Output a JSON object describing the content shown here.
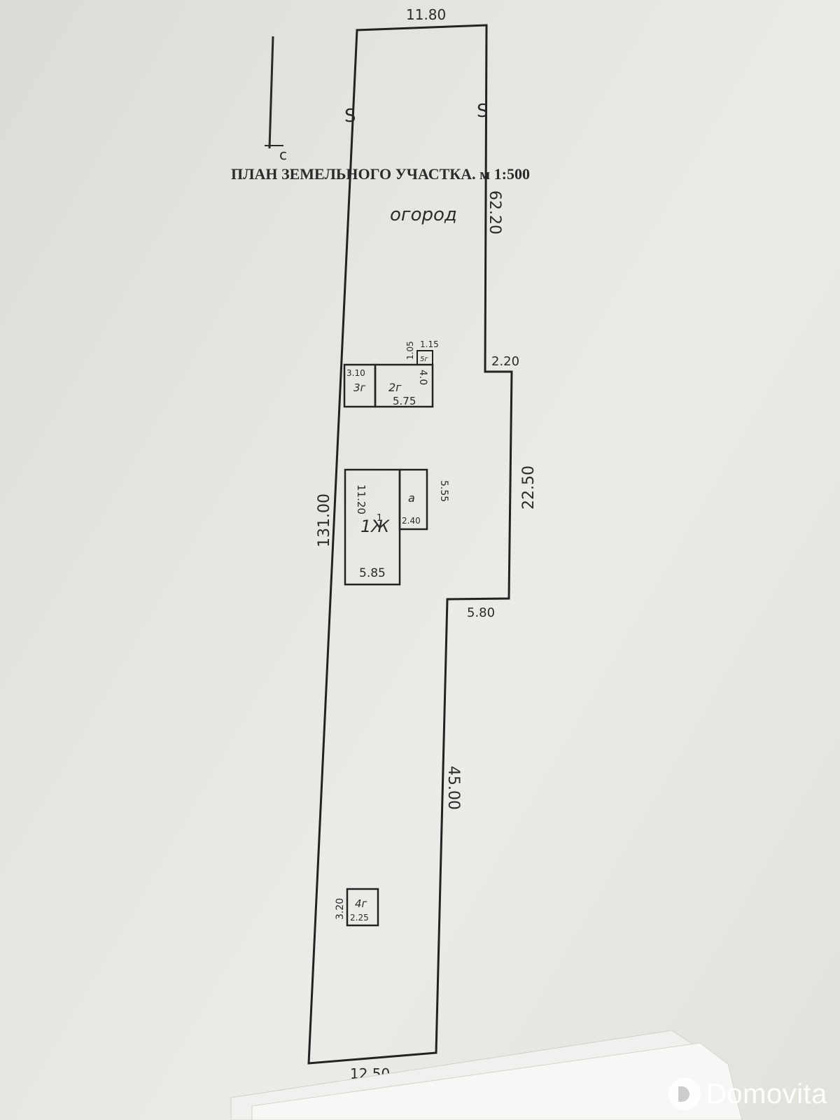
{
  "title": "ПЛАН ЗЕМЕЛЬНОГО УЧАСТКА. м 1:500",
  "north_label": "с",
  "garden_label": "огород",
  "parcel_dims": {
    "top": "11.80",
    "right_upper": "62.20",
    "step_upper": "2.20",
    "right_middle": "22.50",
    "step_lower": "5.80",
    "right_lower": "45.00",
    "bottom": "12.50",
    "left": "131.00"
  },
  "s_marks": [
    "S",
    "S"
  ],
  "outbuildings": {
    "building_3g": {
      "label": "3г",
      "dim": "3.10"
    },
    "building_2g": {
      "label": "2г",
      "dim_width": "5.75",
      "dim_height": "4.0"
    },
    "building_5g": {
      "label": "5г",
      "dim_width": "1.15",
      "dim_height": "1.05"
    }
  },
  "house": {
    "label": "1Ж",
    "sub": "1",
    "dim_left": "11.20",
    "dim_bottom": "5.85",
    "annex_label": "а",
    "annex_width": "2.40",
    "annex_height": "5.55"
  },
  "building_4g": {
    "label": "4г",
    "dim_width": "2.25",
    "dim_height": "3.20"
  },
  "watermark": "Domovita"
}
